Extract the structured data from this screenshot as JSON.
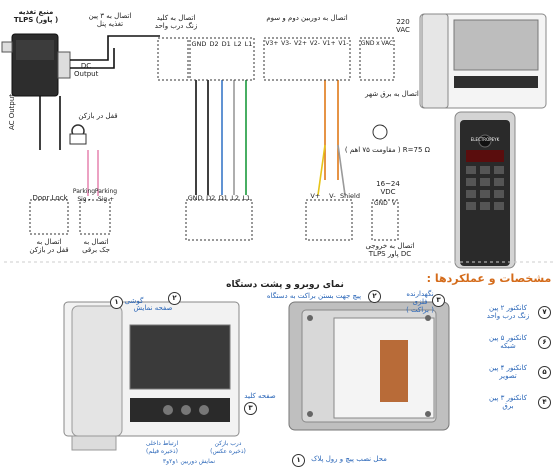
{
  "colors": {
    "accent": "#2a66b8",
    "orange": "#d46b1a",
    "wire_black": "#111111",
    "wire_green": "#1a9a3c",
    "wire_blue": "#3a78c8",
    "wire_orange": "#e07a18",
    "wire_yellow": "#e6c419",
    "wire_pink": "#e88bb4",
    "wire_grey": "#9a9a9a"
  },
  "top": {
    "power_title": "منبع تغذیه\n( پاور) TLPS",
    "power_conn": "اتصال به ۳ پین\nتغذیه پنل",
    "dc_output": "DC\nOutput",
    "ac_output": "AC Output",
    "lock_label": "قفل در بازکن",
    "door_lock": "Door Lock",
    "door_lock_note": "اتصال به\nقفل در بازکن",
    "parking_minus": "Parking\nSig -",
    "parking_plus": "Parking\nSig +",
    "parking_note": "اتصال به\nجک برقی",
    "bell_conn": "اتصال به کلید\nزنگ درب واحد",
    "monitor2_conn": "اتصال به دوربین دوم و سوم",
    "top_terms": [
      "GND",
      "D2",
      "D1",
      "L2",
      "L1"
    ],
    "cam_terms": [
      "V3+",
      "V3-",
      "V2+",
      "V2-",
      "V1+",
      "V1-"
    ],
    "ac_terms": [
      "GND",
      "x",
      "VAC"
    ],
    "vac_value": "220\nVAC",
    "city_power": "اتصال به برق شهر",
    "resistor": "R=75 Ω  ( مقاومت ۷۵ اهم )",
    "bottom_terms": [
      "GND",
      "D2",
      "D1",
      "L2",
      "L1"
    ],
    "video_terms": [
      "V+",
      "V-"
    ],
    "shield": "Shield",
    "dc_range": "16~24\nVDC",
    "dc_terms": [
      "GND",
      "V"
    ],
    "dc_note": "اتصال به خروجی\nDC پاور TLPS",
    "brand": "ELECTROPEYK"
  },
  "specs": {
    "title": "مشخصات و عملکردها :",
    "views_title": "نمای روبرو  و پشت  دستگاه",
    "front": [
      {
        "n": "١",
        "label": "گوشی"
      },
      {
        "n": "٢",
        "label": "صفحه نمایش"
      },
      {
        "n": "٣",
        "label": "صفحه کلید"
      }
    ],
    "front_keys": [
      "ارتباط داخلی\n(ذخیره فیلم)",
      "نمایش دوربین ۱و۲و۳",
      "درب بازکن\n(ذخیره عکس)"
    ],
    "back": [
      {
        "n": "١",
        "label": "محل نصب پیچ و رول پلاک"
      },
      {
        "n": "٢",
        "label": "پیچ جهت بستن براکت به دستگاه"
      },
      {
        "n": "٣",
        "label": "نگهدارنده فلزی\n( براکت )"
      },
      {
        "n": "۴",
        "label": "کانکتور ۳ پین\nبرق"
      },
      {
        "n": "۵",
        "label": "کانکتور ۴ پین\nتصویر"
      },
      {
        "n": "۶",
        "label": "کانکتور ۵ پین\nشبکه"
      },
      {
        "n": "٧",
        "label": "کانکتور ۲ پین\nزنگ درب واحد"
      }
    ]
  }
}
